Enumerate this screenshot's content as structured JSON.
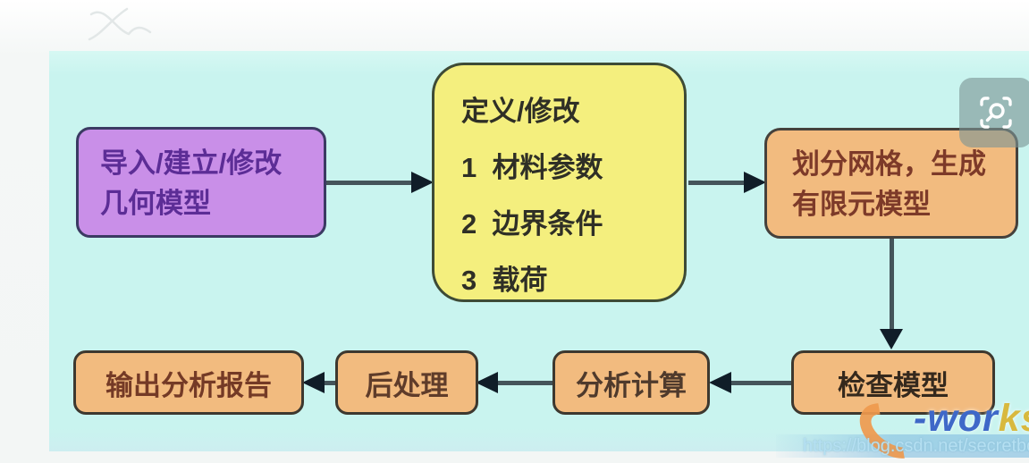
{
  "flowchart": {
    "nodes": {
      "geometry": {
        "line1": "导入/建立/修改",
        "line2": "几何模型"
      },
      "define": {
        "title": "定义/修改",
        "item1": "1  材料参数",
        "item2": "2  边界条件",
        "item3": "3  载荷"
      },
      "mesh": {
        "line1": "划分网格，生成",
        "line2": "有限元模型"
      },
      "check": {
        "label": "检查模型"
      },
      "solve": {
        "label": "分析计算"
      },
      "post": {
        "label": "后处理"
      },
      "report": {
        "label": "输出分析报告"
      }
    },
    "colors": {
      "panel_bg": "#c9f4ef",
      "geometry_fill": "#c98fe8",
      "define_fill": "#f4ef7e",
      "orange_fill": "#f2bb7f",
      "arrow": "#44545a"
    }
  },
  "overlay": {
    "zoom_button_icon": "magnifier-scan-icon"
  },
  "watermarks": {
    "logo": {
      "swoosh": "e-swoosh",
      "text_blue": "-wor",
      "text_gold": "ks"
    },
    "url": "https://blog.csdn.net/secretboys"
  }
}
